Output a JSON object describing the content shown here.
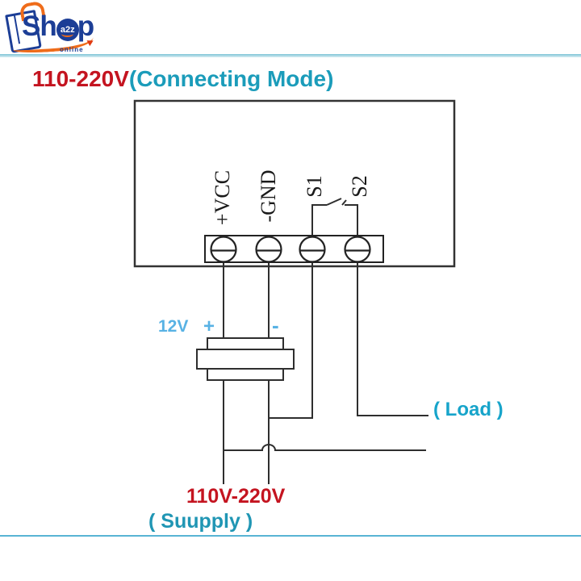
{
  "logo": {
    "brand_prefix": "Sh",
    "brand_badge": "a2z",
    "brand_suffix": "p",
    "tagline": "online"
  },
  "title": {
    "voltage_range": "110-220V",
    "mode": "(Connecting Mode)"
  },
  "device": {
    "terminal_labels": [
      "+VCC",
      "-GND",
      "S1",
      "S2"
    ]
  },
  "annotations": {
    "dc_voltage": "12V",
    "dc_plus": "+",
    "dc_minus": "-",
    "load": "( Load )",
    "supply_voltage": "110V-220V",
    "supply_caption": "( Suupply )"
  },
  "colors": {
    "headline_red": "#c41420",
    "headline_teal": "#1b9cba",
    "load_cyan": "#17a4ca",
    "dc_light_blue": "#58b2e4",
    "brand_navy": "#1c3e96",
    "brand_orange": "#ef6c1a",
    "wire_dark": "#2e2e2e",
    "frame_band": "#7ec4d6"
  }
}
